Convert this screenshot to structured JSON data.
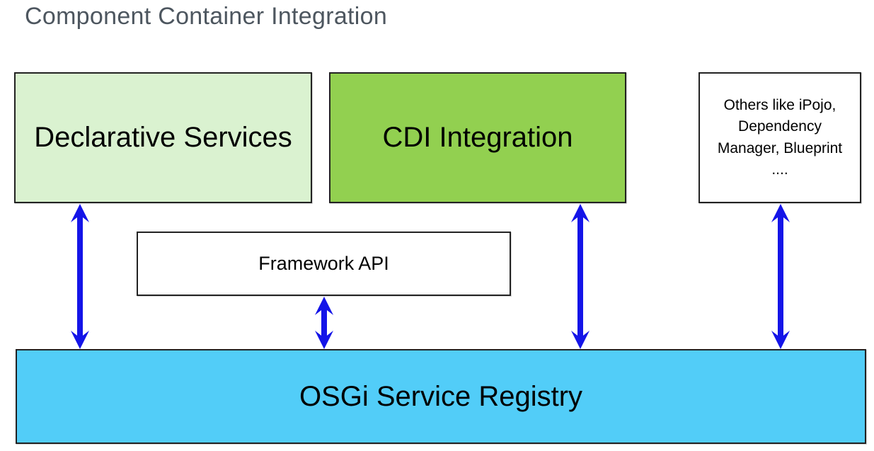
{
  "title": "Component Container Integration",
  "boxes": {
    "declarative_services": {
      "label": "Declarative Services"
    },
    "cdi_integration": {
      "label": "CDI Integration"
    },
    "others": {
      "lines": [
        "Others like iPojo,",
        "Dependency",
        "Manager, Blueprint",
        "...."
      ]
    },
    "framework_api": {
      "label": "Framework API"
    },
    "osgi_service_registry": {
      "label": "OSGi Service Registry"
    }
  },
  "arrows": [
    {
      "name": "declarative-services-to-osgi-registry",
      "type": "double-headed-vertical"
    },
    {
      "name": "framework-api-to-osgi-registry",
      "type": "double-headed-vertical"
    },
    {
      "name": "cdi-integration-to-osgi-registry",
      "type": "double-headed-vertical"
    },
    {
      "name": "others-to-osgi-registry",
      "type": "double-headed-vertical"
    }
  ],
  "colors": {
    "background": "#ffffff",
    "title-text": "#4d565f",
    "box-border": "#222222",
    "box-text": "#000000",
    "box-white": "#ffffff",
    "light-green": "#daf2d0",
    "cdi-green": "#92d050",
    "registry-blue": "#52cdf8",
    "arrow-blue": "#1414e8"
  }
}
